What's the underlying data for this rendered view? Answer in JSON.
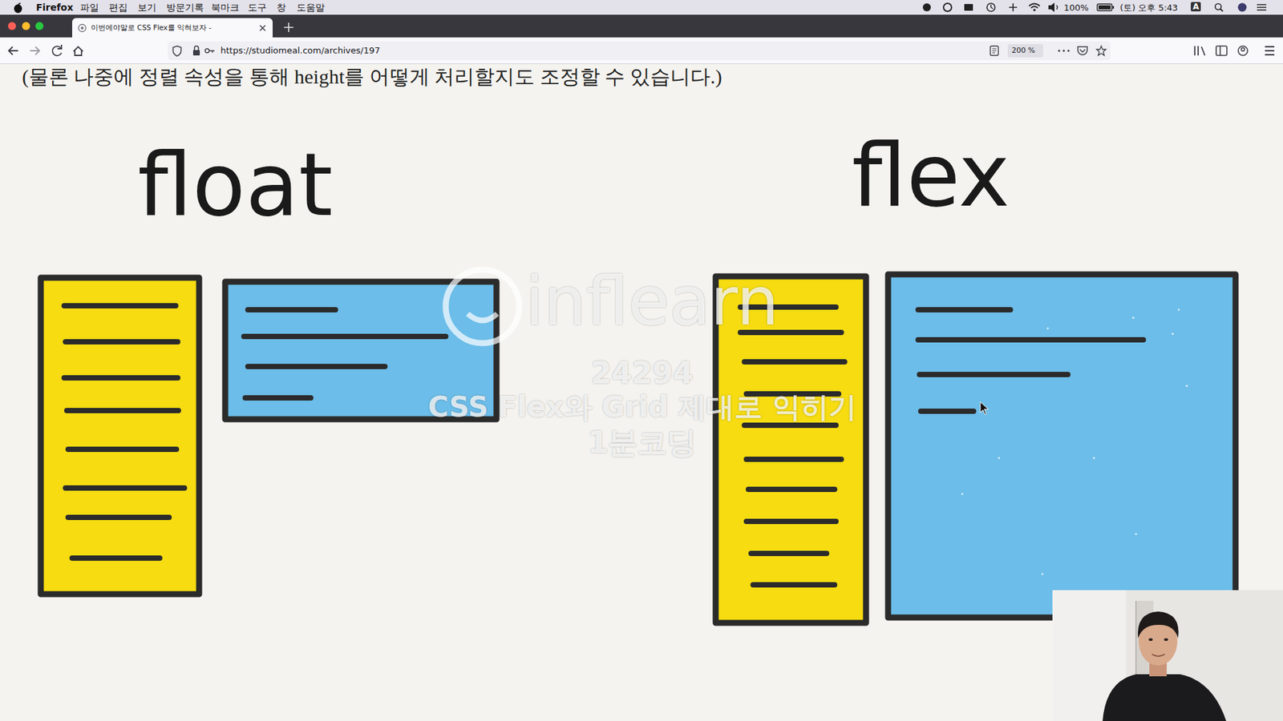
{
  "diagram": {
    "nodes": [
      {
        "text": [
          "이번에야말로 CSS Flex를 익혀보자 -"
        ]
      },
      {
        "text": [
          "https://studiomeal.com/archives/197"
        ]
      },
      {
        "text": [
          "200 %"
        ],
        "in": 1
      }
    ],
    "labels": [
      "Firefox",
      "파일",
      "편집",
      "보기",
      "방문기록",
      "북마크",
      "도구",
      "창",
      "도움말",
      "100%",
      "(토) 오후 5:43",
      "A",
      "(물론 나중에 정렬 속성을 통해 height를 어떻게 처리할지도 조정할 수 있습니다.)",
      "float",
      "flex",
      "inflearn",
      "24294",
      "CSS Flex와 Grid 제대로 익히기",
      "1분코딩"
    ]
  }
}
